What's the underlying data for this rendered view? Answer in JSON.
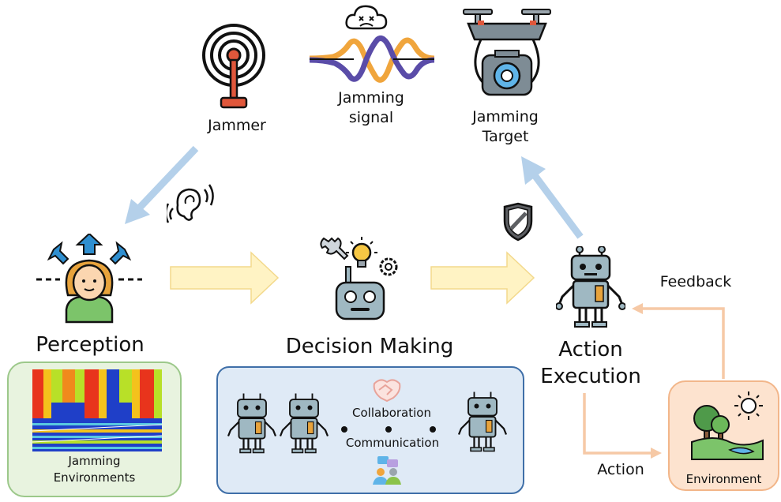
{
  "labels": {
    "jammer": "Jammer",
    "jamming_signal": "Jamming\nsignal",
    "jamming_target": "Jamming\nTarget",
    "perception": "Perception",
    "decision_making": "Decision Making",
    "action_execution": "Action\nExecution",
    "feedback": "Feedback",
    "action": "Action",
    "environment": "Environment",
    "jamming_environments": "Jamming\nEnvironments",
    "collaboration": "Collaboration",
    "communication": "Communication"
  },
  "colors": {
    "blue_arrow": "#b4d0ea",
    "yellow_arrow_fill": "#fff3c4",
    "yellow_arrow_stroke": "#f3d98c",
    "orange_arrow": "#f6c9a6",
    "green_panel_fill": "#e8f3df",
    "green_panel_stroke": "#9cc88a",
    "blue_panel_fill": "#dfeaf6",
    "blue_panel_stroke": "#3f6fa8",
    "env_panel_fill": "#fde3cf",
    "env_panel_stroke": "#f2b68a",
    "robot_body": "#9fb8c2",
    "accent_orange": "#e8a33c"
  },
  "icons": [
    "antenna-icon",
    "signal-wave-icon",
    "cloud-icon",
    "drone-icon",
    "camera-icon",
    "ear-icon",
    "shield-icon",
    "person-icon",
    "robot-icon",
    "wrench-icon",
    "bulb-icon",
    "gear-icon",
    "handshake-icon",
    "team-icon",
    "tree-icon",
    "sun-icon",
    "heatmap-image"
  ]
}
